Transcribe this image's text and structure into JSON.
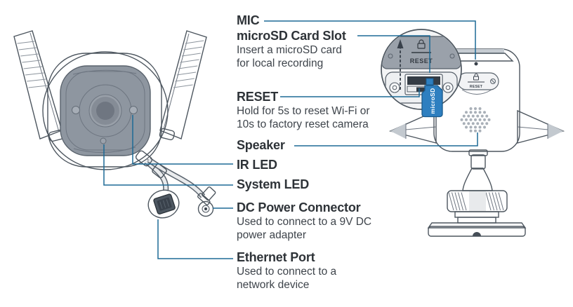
{
  "colors": {
    "callout": "#1d6a96",
    "card": "#2e7fc0",
    "card_stroke": "#1a5a8c",
    "title": "#2e3338",
    "desc": "#3e444b"
  },
  "callouts": {
    "mic": {
      "title": "MIC"
    },
    "microsd_slot": {
      "title": "microSD Card Slot",
      "desc": [
        "Insert a microSD card",
        "for local recording"
      ]
    },
    "reset": {
      "title": "RESET",
      "desc": [
        "Hold for 5s to reset Wi-Fi or",
        "10s to factory reset camera"
      ]
    },
    "speaker": {
      "title": "Speaker"
    },
    "ir_led": {
      "title": "IR LED"
    },
    "system_led": {
      "title": "System LED"
    },
    "dc_power": {
      "title": "DC Power Connector",
      "desc": [
        "Used to connect to a 9V DC",
        "power adapter"
      ]
    },
    "ethernet": {
      "title": "Ethernet Port",
      "desc": [
        "Used to connect to a",
        "network device"
      ]
    }
  },
  "detail_view": {
    "cover_label": "RESET",
    "body_panel_label": "RESET",
    "card_label": "microSD"
  }
}
